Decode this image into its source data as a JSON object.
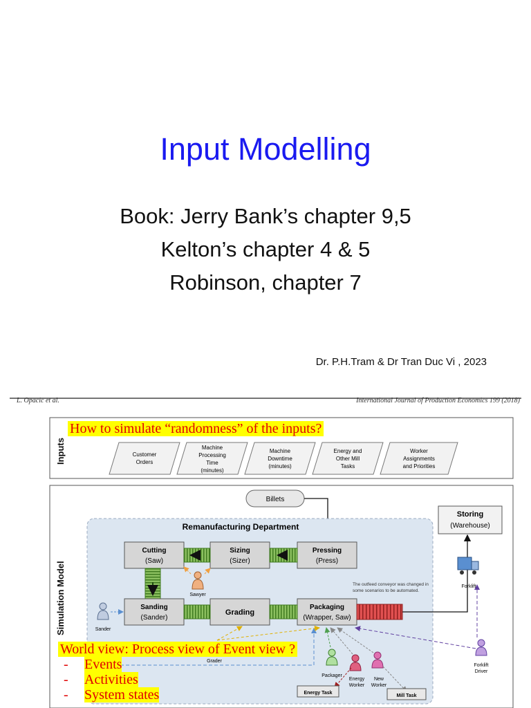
{
  "slide": {
    "title": "Input Modelling",
    "subtitle_lines": [
      "Book: Jerry Bank’s chapter 9,5",
      "Kelton’s chapter 4 & 5",
      "Robinson, chapter 7"
    ],
    "author": "Dr. P.H.Tram & Dr Tran Duc Vi , 2023"
  },
  "figure": {
    "header_left": "L. Opacic et al.",
    "header_right": "International Journal of Production Economics 199 (2018)",
    "inputs_label": "Inputs",
    "simulation_label": "Simulation Model",
    "input_boxes": [
      {
        "line1": "Customer",
        "line2": "Orders",
        "line3": ""
      },
      {
        "line1": "Machine",
        "line2": "Processing",
        "line3": "Time",
        "line4": "(minutes)"
      },
      {
        "line1": "Machine",
        "line2": "Downtime",
        "line3": "(minutes)"
      },
      {
        "line1": "Energy and",
        "line2": "Other Mill",
        "line3": "Tasks"
      },
      {
        "line1": "Worker",
        "line2": "Assignments",
        "line3": "and Priorities"
      }
    ],
    "billets": "Billets",
    "department": "Remanufacturing Department",
    "storing": {
      "title": "Storing",
      "sub": "(Warehouse)"
    },
    "stations": {
      "cutting": {
        "title": "Cutting",
        "sub": "(Saw)"
      },
      "sizing": {
        "title": "Sizing",
        "sub": "(Sizer)"
      },
      "pressing": {
        "title": "Pressing",
        "sub": "(Press)"
      },
      "sanding": {
        "title": "Sanding",
        "sub": "(Sander)"
      },
      "grading": {
        "title": "Grading",
        "sub": ""
      },
      "packaging": {
        "title": "Packaging",
        "sub": "(Wrapper, Saw)"
      }
    },
    "note_line1": "The outfeed conveyor was changed in",
    "note_line2": "some scenarios to be automated.",
    "workers": {
      "sawyer": "Sawyer",
      "sander": "Sander",
      "grader": "Grader",
      "packager": "Packager",
      "energy_worker_1": "Energy",
      "energy_worker_2": "Worker",
      "new_worker_1": "New",
      "new_worker_2": "Worker",
      "forklift": "Forklift",
      "forklift_driver_1": "Forklift",
      "forklift_driver_2": "Driver"
    },
    "energy_task": "Energy Task",
    "mill_task": "Mill Task"
  },
  "annotations": {
    "question": "How to simulate “randomness” of the inputs?",
    "world_view": "World view: Process view of Event view ?",
    "bullet_dash": "-",
    "bullets": [
      "Events",
      "Activities",
      "System states"
    ]
  },
  "colors": {
    "title": "#1a1af0",
    "highlight": "#ffff00",
    "annotation_text": "#e00000",
    "department_fill": "#dce6f1",
    "conveyor_green": "#6aaa3a",
    "conveyor_red": "#d03030"
  }
}
